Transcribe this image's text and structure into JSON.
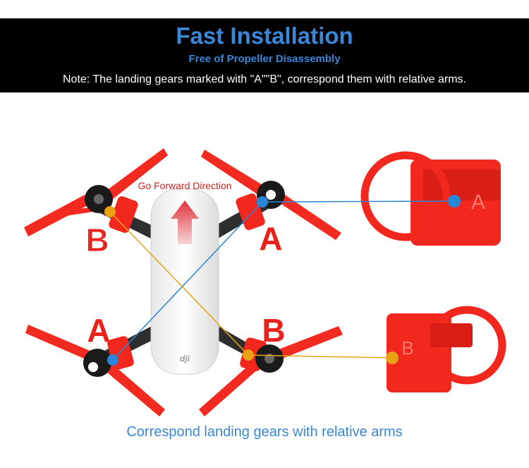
{
  "header": {
    "title": "Fast Installation",
    "subtitle": "Free of Propeller Disassembly",
    "note": "Note: The landing gears marked with \"A\"\"B\", correspond them with relative arms."
  },
  "diagram": {
    "direction_label": "Go Forward Direction",
    "arm_labels": {
      "front_left": "B",
      "front_right": "A",
      "rear_left": "A",
      "rear_right": "B"
    },
    "gear_labels": {
      "top": "A",
      "bottom": "B"
    },
    "brand_logo": "dji"
  },
  "caption": "Correspond landing gears with relative arms",
  "colors": {
    "banner_bg": "#000000",
    "title": "#3a86d8",
    "label_red": "#e8231c",
    "gear_red": "#f2281e",
    "line_blue": "#2a86d8",
    "line_orange": "#e8a214",
    "drone_body": "#f4f4f4",
    "frame_dark": "#333333"
  }
}
